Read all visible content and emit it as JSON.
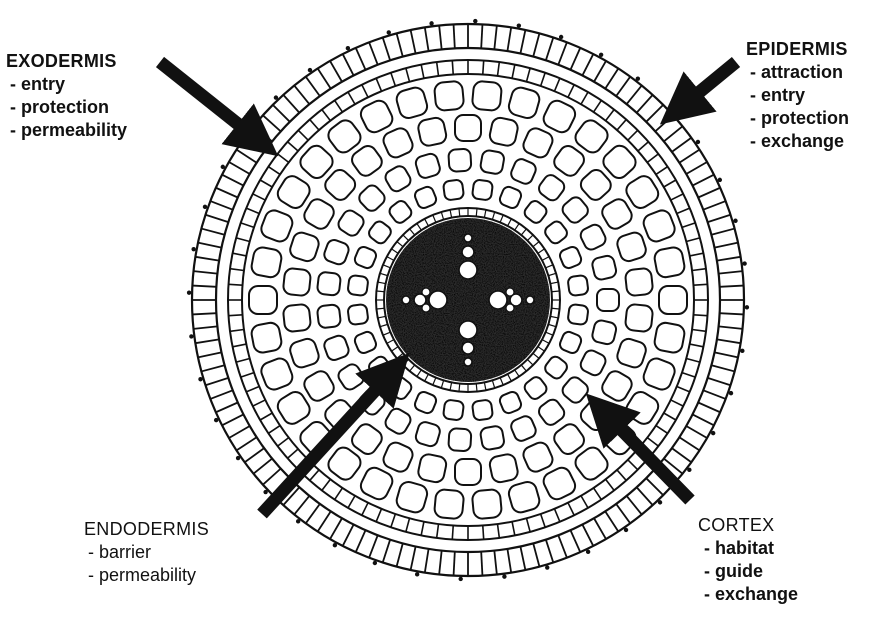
{
  "labels": {
    "exodermis": {
      "title": "EXODERMIS",
      "items": [
        "- entry",
        "- protection",
        "- permeability"
      ]
    },
    "epidermis": {
      "title": "EPIDERMIS",
      "items": [
        "- attraction",
        "- entry",
        "- protection",
        "- exchange"
      ]
    },
    "endodermis": {
      "title": "ENDODERMIS",
      "items": [
        "- barrier",
        "- permeability"
      ]
    },
    "cortex": {
      "title": "CORTEX",
      "items": [
        "- habitat",
        "- guide",
        "- exchange"
      ]
    }
  },
  "colors": {
    "ink": "#111111",
    "cell_fill": "#ffffff",
    "stele": "#2b2b2b",
    "background": "#ffffff"
  }
}
